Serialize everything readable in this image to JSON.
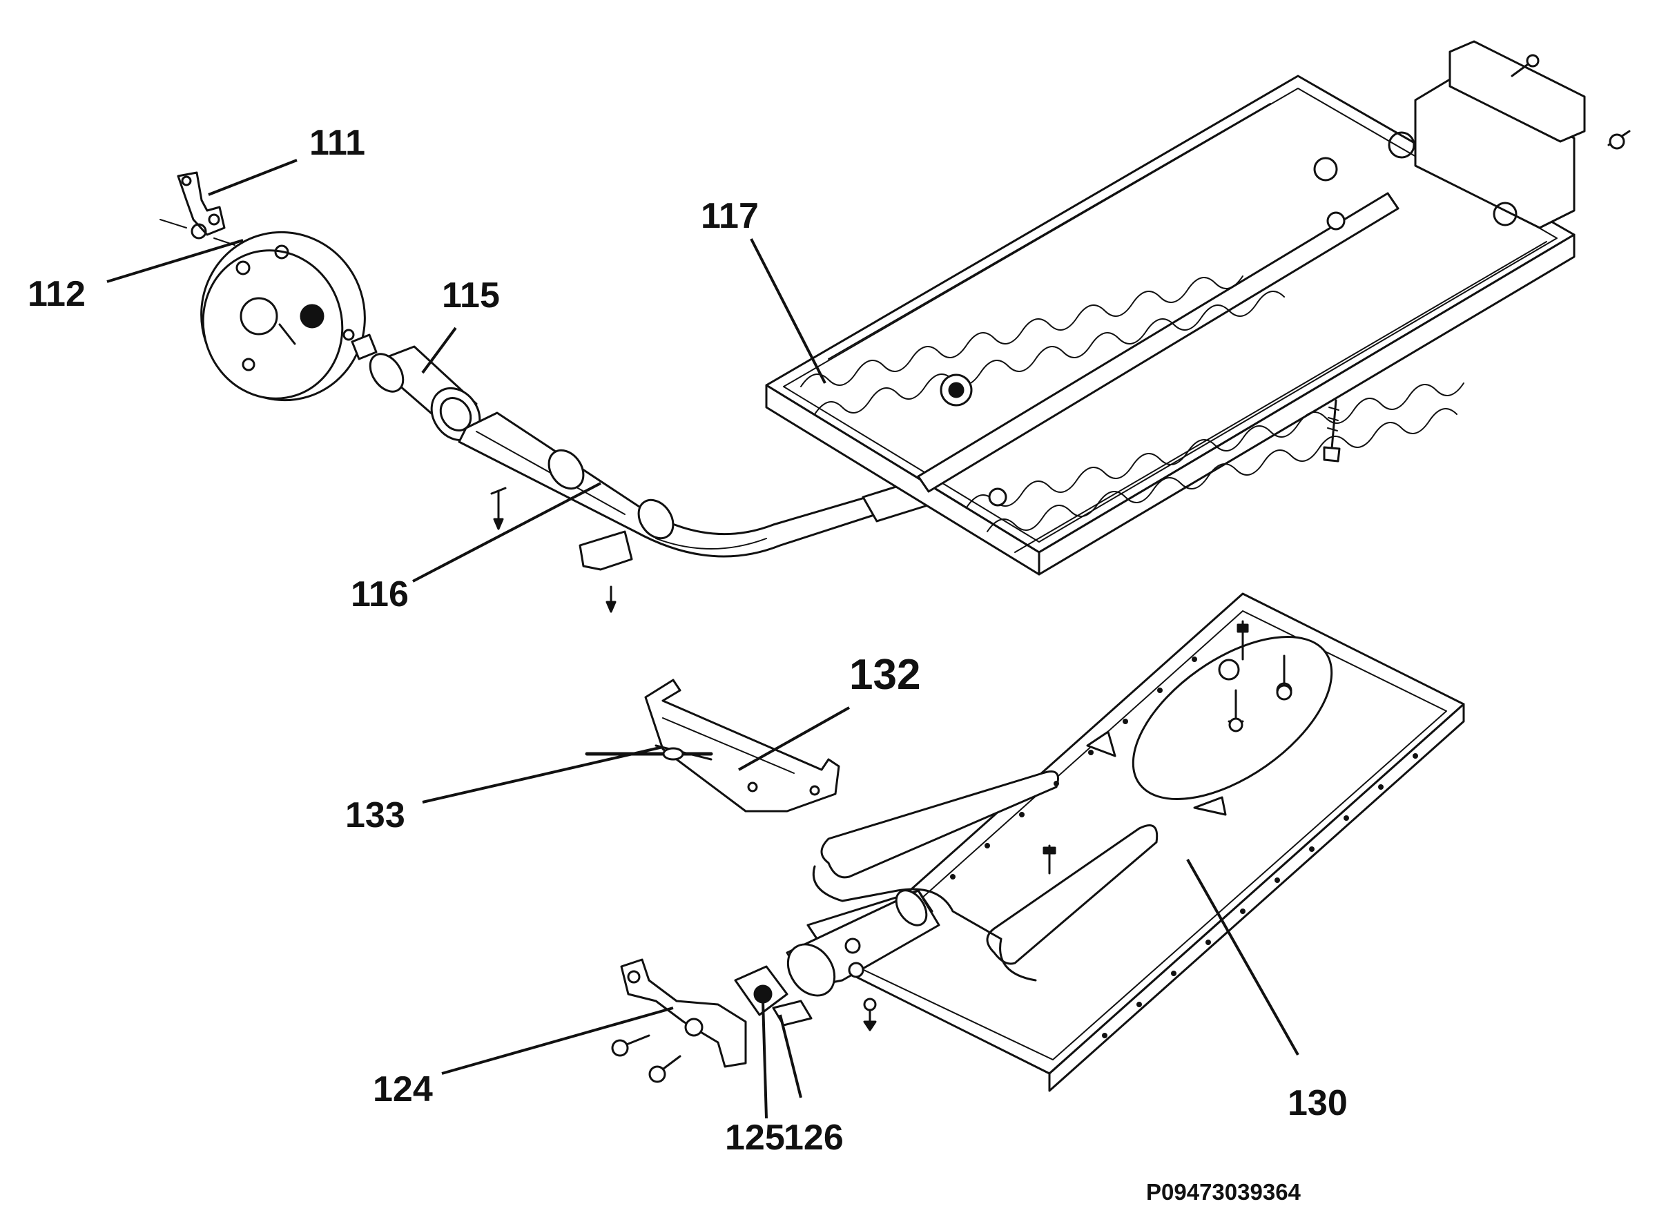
{
  "labels": {
    "p111": "111",
    "p112": "112",
    "p115": "115",
    "p116": "116",
    "p117": "117",
    "p124": "124",
    "p125": "125",
    "p126": "126",
    "p130": "130",
    "p132": "132",
    "p133": "133"
  },
  "reference_code": "P09473039364",
  "colors": {
    "ink": "#111111",
    "background": "#ffffff"
  }
}
